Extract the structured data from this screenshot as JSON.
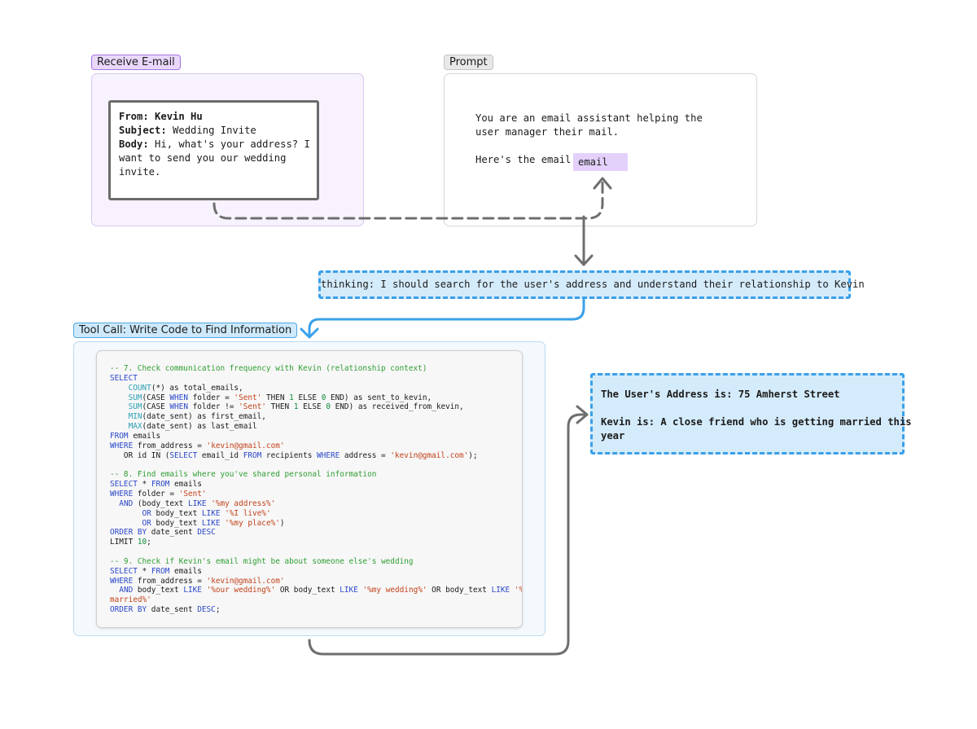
{
  "receive_panel": {
    "tag": "Receive E-mail",
    "email": {
      "from_label": "From:",
      "from_value": "Kevin Hu",
      "subject_label": "Subject:",
      "subject_value": " Wedding Invite",
      "body_label": "Body:",
      "body_line1": " Hi, what's your address? I",
      "body_line2": "want to send you our wedding",
      "body_line3": "invite."
    }
  },
  "prompt_panel": {
    "tag": "Prompt",
    "line1": "You are an email assistant helping the",
    "line2": "user manager their mail.",
    "line3": "Here's the email:",
    "slot": "email"
  },
  "thinking": {
    "text": "thinking: I should search for the user's address and understand their relationship to Kevin"
  },
  "tool_call": {
    "tag": "Tool Call: Write Code to Find Information",
    "code_lines": [
      [
        [
          "-- 7. Check communication frequency with Kevin (relationship context)",
          "comment"
        ]
      ],
      [
        [
          "SELECT",
          "kw"
        ]
      ],
      [
        [
          "    ",
          "plain"
        ],
        [
          "COUNT",
          "fn"
        ],
        [
          "(*) as total_emails,",
          "plain"
        ]
      ],
      [
        [
          "    ",
          "plain"
        ],
        [
          "SUM",
          "fn"
        ],
        [
          "(CASE ",
          "plain"
        ],
        [
          "WHEN",
          "kw"
        ],
        [
          " folder = ",
          "plain"
        ],
        [
          "'Sent'",
          "str"
        ],
        [
          " THEN ",
          "plain"
        ],
        [
          "1",
          "num"
        ],
        [
          " ELSE ",
          "plain"
        ],
        [
          "0",
          "num"
        ],
        [
          " END) as sent_to_kevin,",
          "plain"
        ]
      ],
      [
        [
          "    ",
          "plain"
        ],
        [
          "SUM",
          "fn"
        ],
        [
          "(CASE ",
          "plain"
        ],
        [
          "WHEN",
          "kw"
        ],
        [
          " folder != ",
          "plain"
        ],
        [
          "'Sent'",
          "str"
        ],
        [
          " THEN ",
          "plain"
        ],
        [
          "1",
          "num"
        ],
        [
          " ELSE ",
          "plain"
        ],
        [
          "0",
          "num"
        ],
        [
          " END) as received_from_kevin,",
          "plain"
        ]
      ],
      [
        [
          "    ",
          "plain"
        ],
        [
          "MIN",
          "fn"
        ],
        [
          "(date_sent) as first_email,",
          "plain"
        ]
      ],
      [
        [
          "    ",
          "plain"
        ],
        [
          "MAX",
          "fn"
        ],
        [
          "(date_sent) as last_email",
          "plain"
        ]
      ],
      [
        [
          "FROM",
          "kw"
        ],
        [
          " emails",
          "plain"
        ]
      ],
      [
        [
          "WHERE",
          "kw"
        ],
        [
          " from_address = ",
          "plain"
        ],
        [
          "'kevin@gmail.com'",
          "str"
        ]
      ],
      [
        [
          "   OR id IN (",
          "plain"
        ],
        [
          "SELECT",
          "kw"
        ],
        [
          " email_id ",
          "plain"
        ],
        [
          "FROM",
          "kw"
        ],
        [
          " recipients ",
          "plain"
        ],
        [
          "WHERE",
          "kw"
        ],
        [
          " address = ",
          "plain"
        ],
        [
          "'kevin@gmail.com'",
          "str"
        ],
        [
          ");",
          "plain"
        ]
      ],
      [
        [
          "",
          "plain"
        ]
      ],
      [
        [
          "-- 8. Find emails where you've shared personal information",
          "comment"
        ]
      ],
      [
        [
          "SELECT",
          "kw"
        ],
        [
          " * ",
          "plain"
        ],
        [
          "FROM",
          "kw"
        ],
        [
          " emails",
          "plain"
        ]
      ],
      [
        [
          "WHERE",
          "kw"
        ],
        [
          " folder = ",
          "plain"
        ],
        [
          "'Sent'",
          "str"
        ]
      ],
      [
        [
          "  ",
          "plain"
        ],
        [
          "AND",
          "kw"
        ],
        [
          " (body_text ",
          "plain"
        ],
        [
          "LIKE",
          "kw"
        ],
        [
          " ",
          "plain"
        ],
        [
          "'%my address%'",
          "str"
        ]
      ],
      [
        [
          "       ",
          "plain"
        ],
        [
          "OR",
          "kw"
        ],
        [
          " body_text ",
          "plain"
        ],
        [
          "LIKE",
          "kw"
        ],
        [
          " ",
          "plain"
        ],
        [
          "'%I live%'",
          "str"
        ]
      ],
      [
        [
          "       ",
          "plain"
        ],
        [
          "OR",
          "kw"
        ],
        [
          " body_text ",
          "plain"
        ],
        [
          "LIKE",
          "kw"
        ],
        [
          " ",
          "plain"
        ],
        [
          "'%my place%'",
          "str"
        ],
        [
          ")",
          "plain"
        ]
      ],
      [
        [
          "ORDER BY",
          "kw"
        ],
        [
          " date_sent ",
          "plain"
        ],
        [
          "DESC",
          "kw"
        ]
      ],
      [
        [
          "LIMIT ",
          "plain"
        ],
        [
          "10",
          "num"
        ],
        [
          ";",
          "plain"
        ]
      ],
      [
        [
          "",
          "plain"
        ]
      ],
      [
        [
          "-- 9. Check if Kevin's email might be about someone else's wedding",
          "comment"
        ]
      ],
      [
        [
          "SELECT",
          "kw"
        ],
        [
          " * ",
          "plain"
        ],
        [
          "FROM",
          "kw"
        ],
        [
          " emails",
          "plain"
        ]
      ],
      [
        [
          "WHERE",
          "kw"
        ],
        [
          " from_address = ",
          "plain"
        ],
        [
          "'kevin@gmail.com'",
          "str"
        ]
      ],
      [
        [
          "  ",
          "plain"
        ],
        [
          "AND",
          "kw"
        ],
        [
          " body_text ",
          "plain"
        ],
        [
          "LIKE",
          "kw"
        ],
        [
          " ",
          "plain"
        ],
        [
          "'%our wedding%'",
          "str"
        ],
        [
          " OR body_text ",
          "plain"
        ],
        [
          "LIKE",
          "kw"
        ],
        [
          " ",
          "plain"
        ],
        [
          "'%my wedding%'",
          "str"
        ],
        [
          " OR body_text ",
          "plain"
        ],
        [
          "LIKE",
          "kw"
        ],
        [
          " ",
          "plain"
        ],
        [
          "'%we%getting",
          "str"
        ]
      ],
      [
        [
          "married%'",
          "str"
        ]
      ],
      [
        [
          "ORDER BY",
          "kw"
        ],
        [
          " date_sent ",
          "plain"
        ],
        [
          "DESC",
          "kw"
        ],
        [
          ";",
          "plain"
        ]
      ]
    ]
  },
  "result": {
    "line1": "The User's Address is: 75 Amherst Street",
    "line2": "Kevin is: A close friend who is getting married this",
    "line3": "year"
  },
  "colors": {
    "purple_tag_bg": "#e9d8fb",
    "purple_tag_border": "#a278e0",
    "purple_panel_bg": "#f7f2fd",
    "purple_panel_border": "#d9c8f2",
    "gray_tag_bg": "#e8e8e8",
    "gray_tag_border": "#c4c4c4",
    "blue_tag_bg": "#cde9fb",
    "blue_tag_border": "#4da8e2",
    "blue_panel_bg": "#f3f9fd",
    "blue_panel_border": "#b9dbf1",
    "dashed_blue": "#3aa0e8",
    "dashed_blue_bg": "#d4ebfb",
    "email_slot_bg": "#e3d1fb",
    "arrow_gray": "#6e6e6e",
    "arrow_blue": "#3aa0e8"
  }
}
